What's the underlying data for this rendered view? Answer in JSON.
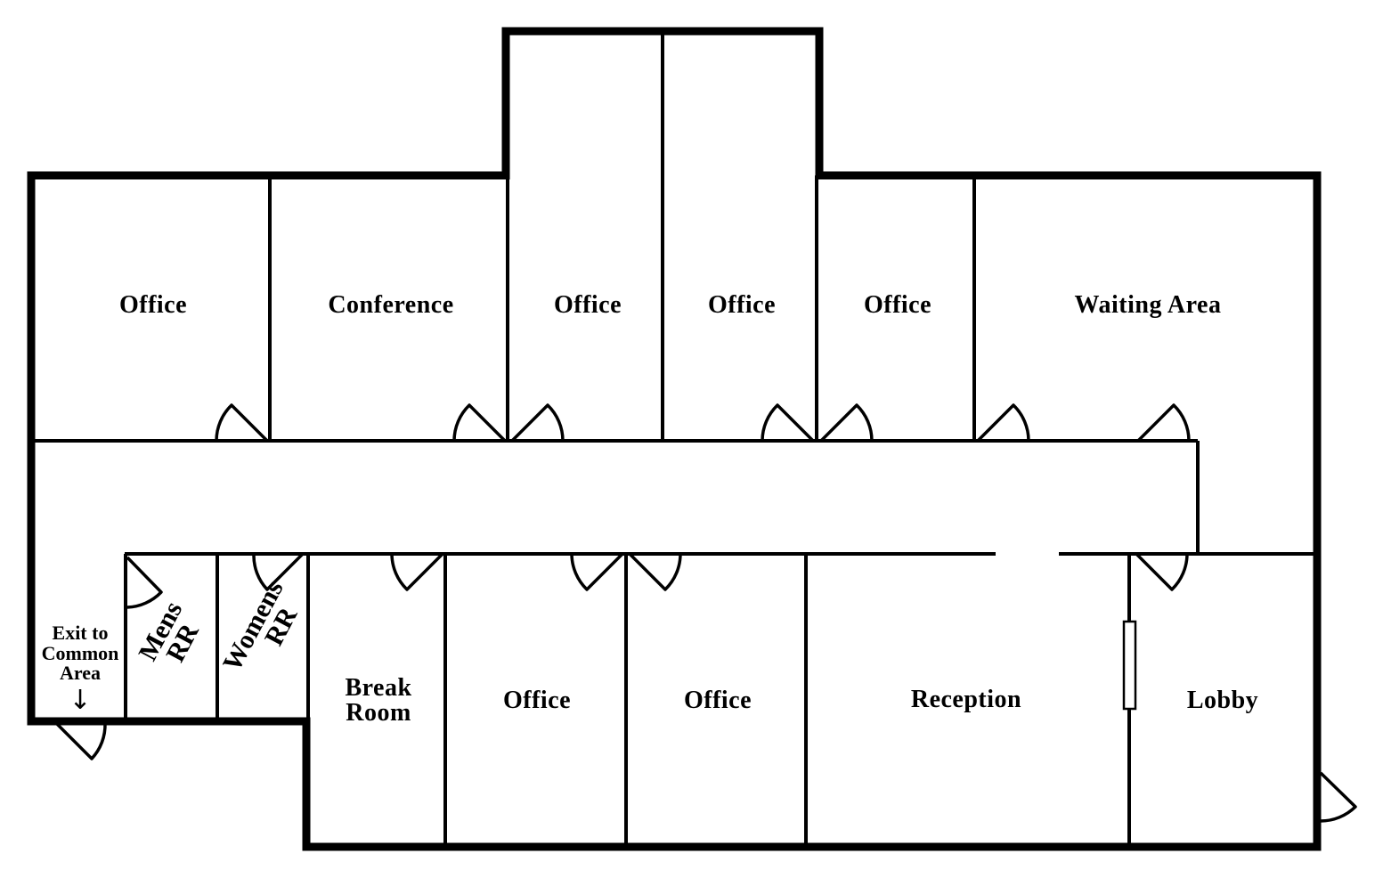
{
  "floorplan": {
    "rooms": {
      "office_1": "Office",
      "conference": "Conference",
      "office_2": "Office",
      "office_3": "Office",
      "office_4": "Office",
      "waiting_area": "Waiting Area",
      "exit_line1": "Exit to",
      "exit_line2": "Common",
      "exit_line3": "Area",
      "exit_arrow": "↓",
      "mens_line1": "Mens",
      "mens_line2": "RR",
      "womens_line1": "Womens",
      "womens_line2": "RR",
      "break_line1": "Break",
      "break_line2": "Room",
      "office_5": "Office",
      "office_6": "Office",
      "reception": "Reception",
      "lobby": "Lobby"
    }
  }
}
